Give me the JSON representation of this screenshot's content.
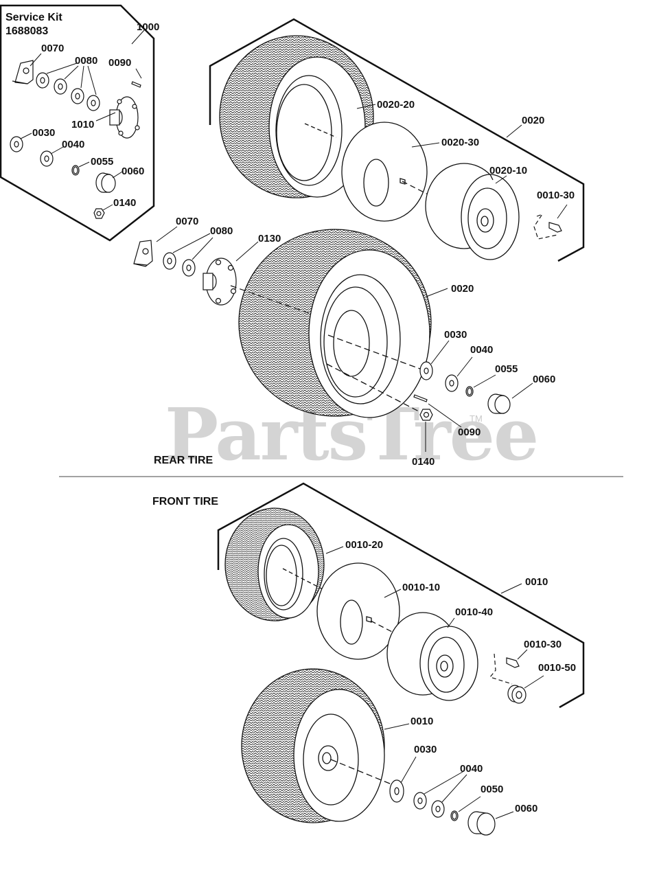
{
  "service_kit": {
    "title": "Service Kit",
    "number": "1688083"
  },
  "section_labels": {
    "rear": "REAR TIRE",
    "front": "FRONT TIRE"
  },
  "watermark": {
    "text": "PartsTree",
    "trademark": "TM"
  },
  "callouts": {
    "kit_1000": "1000",
    "kit_0070": "0070",
    "kit_0080": "0080",
    "kit_0090": "0090",
    "kit_1010": "1010",
    "kit_0030": "0030",
    "kit_0040": "0040",
    "kit_0055": "0055",
    "kit_0060": "0060",
    "kit_0140": "0140",
    "rear_0020_20": "0020-20",
    "rear_0020_top": "0020",
    "rear_0020_30": "0020-30",
    "rear_0020_10": "0020-10",
    "rear_0010_30": "0010-30",
    "rear_0070": "0070",
    "rear_0080": "0080",
    "rear_0130": "0130",
    "rear_0020": "0020",
    "rear_0030": "0030",
    "rear_0040": "0040",
    "rear_0055": "0055",
    "rear_0060": "0060",
    "rear_0090": "0090",
    "rear_0140": "0140",
    "front_0010_20": "0010-20",
    "front_0010_10": "0010-10",
    "front_0010_top": "0010",
    "front_0010_40": "0010-40",
    "front_0010_30": "0010-30",
    "front_0010_50": "0010-50",
    "front_0010": "0010",
    "front_0030": "0030",
    "front_0040": "0040",
    "front_0050": "0050",
    "front_0060": "0060"
  }
}
